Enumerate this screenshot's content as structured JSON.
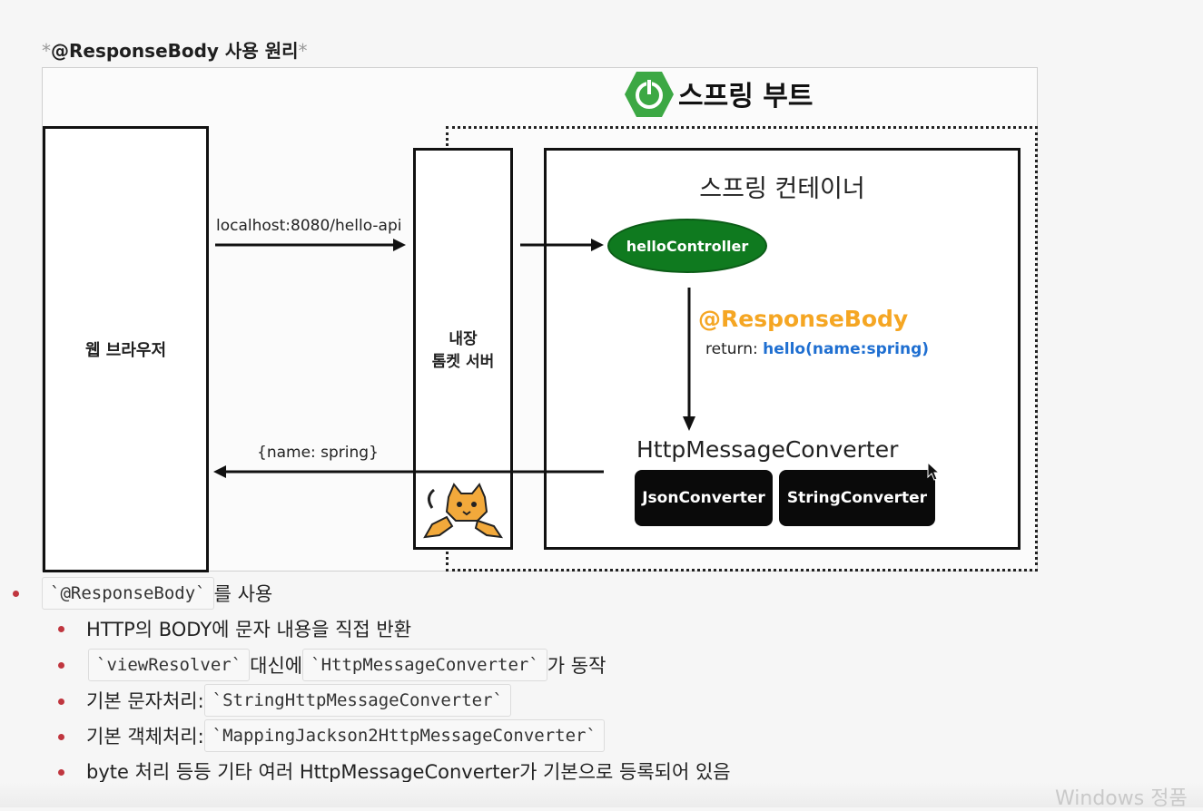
{
  "title": {
    "star_left": "*",
    "text": "@ResponseBody 사용 원리",
    "star_right": "*"
  },
  "diagram": {
    "spring_boot_label": "스프링 부트",
    "browser_label": "웹 브라우저",
    "tomcat_label_1": "내장",
    "tomcat_label_2": "톰켓 서버",
    "container_label": "스프링 컨테이너",
    "request_url": "localhost:8080/hello-api",
    "controller_label": "helloController",
    "annotation_label": "@ResponseBody",
    "return_prefix": "return:",
    "return_value": "hello(name:spring)",
    "converter_label": "HttpMessageConverter",
    "json_converter": "JsonConverter",
    "string_converter": "StringConverter",
    "response_body": "{name: spring}"
  },
  "bullets": {
    "b1_code": "`@ResponseBody`",
    "b1_text": "를 사용",
    "sub1": "HTTP의 BODY에 문자 내용을 직접 반환",
    "sub2_code1": "`viewResolver`",
    "sub2_mid": "대신에",
    "sub2_code2": "`HttpMessageConverter`",
    "sub2_tail": "가 동작",
    "sub3_text": "기본 문자처리:",
    "sub3_code": "`StringHttpMessageConverter`",
    "sub4_text": "기본 객체처리:",
    "sub4_code": "`MappingJackson2HttpMessageConverter`",
    "sub5": "byte 처리 등등 기타 여러 HttpMessageConverter가 기본으로 등록되어 있음"
  },
  "colors": {
    "spring_green": "#3ca844",
    "controller_green": "#0f7a1f",
    "annotation_orange": "#f5a623",
    "return_blue": "#1f6fd1",
    "bullet_red": "#c0363f"
  },
  "watermark": "Windows 정품"
}
